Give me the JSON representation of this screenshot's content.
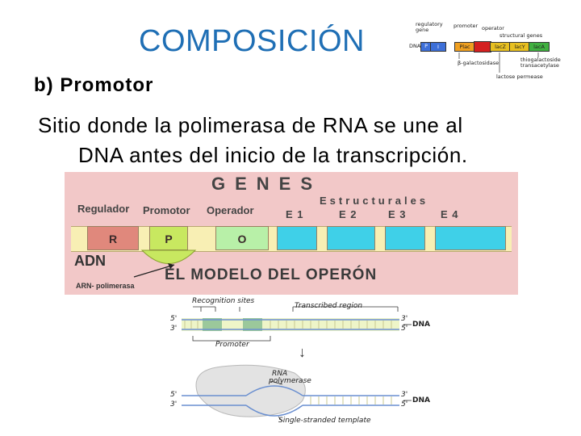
{
  "slide": {
    "title": "COMPOSICIÓN",
    "subtitle": "b) Promotor",
    "body_line1": "Sitio donde la polimerasa de RNA se une al",
    "body_line2": "DNA antes del inicio de la transcripción."
  },
  "lac_thumbnail": {
    "regulatory_gene": "regulatory gene",
    "promoter": "promoter",
    "operator": "operator",
    "structural_genes": "structural genes",
    "dna": "DNA",
    "i_gene": "I",
    "plac": "Plac",
    "lacZ": "lacZ",
    "lacY": "lacY",
    "lacA": "lacA",
    "beta_gal": "β-galactosidase",
    "transacetylase": "thiogalactoside transacetylase",
    "permease": "lactose permease",
    "colors": {
      "regulatory": "#3d6fd8",
      "promoter": "#f0a020",
      "operator": "#d42020",
      "structural": "#e8c020",
      "lacA": "#40b040"
    }
  },
  "operon": {
    "genes_heading": "GENES",
    "estructurales": "Estructurales",
    "regulador": "Regulador",
    "promotor": "Promotor",
    "operador": "Operador",
    "e_labels": [
      "E 1",
      "E 2",
      "E 3",
      "E 4"
    ],
    "seg_r": "R",
    "seg_p": "P",
    "seg_o": "O",
    "adn": "ADN",
    "modelo": "EL MODELO DEL OPERÓN",
    "arn_polimerasa": "ARN- polimerasa",
    "colors": {
      "background": "#f2c8c8",
      "regulator": "#e0887c",
      "promoter": "#c8e860",
      "operator": "#b8f0a8",
      "structural": "#3fd0e8"
    }
  },
  "transcription": {
    "recognition_sites": "Recognition sites",
    "transcribed_region": "Transcribed region",
    "promoter": "Promoter",
    "dna": "DNA",
    "rna_polymerase_1": "RNA",
    "rna_polymerase_2": "polymerase",
    "single_strand": "Single-stranded template",
    "five_prime": "5'",
    "three_prime": "3'",
    "arrow": "↓"
  }
}
